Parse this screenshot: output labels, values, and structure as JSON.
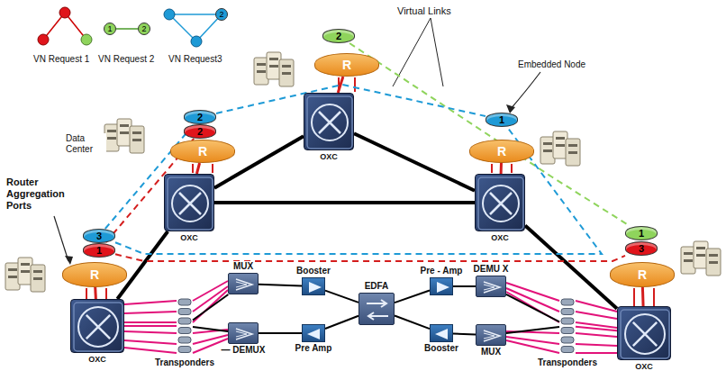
{
  "diagram": {
    "nodes": [
      {
        "text": [
          "R"
        ]
      },
      {
        "text": [
          "OXC"
        ]
      },
      {
        "text": [
          "R"
        ]
      },
      {
        "text": [
          "OXC"
        ]
      },
      {
        "text": [
          "R"
        ]
      },
      {
        "text": [
          "OXC"
        ]
      },
      {
        "text": [
          "R"
        ]
      },
      {
        "text": [
          "OXC"
        ]
      },
      {
        "text": [
          "R"
        ]
      },
      {
        "text": [
          "OXC"
        ]
      },
      {
        "text": [
          "Transponders"
        ]
      },
      {
        "text": [
          "MUX"
        ]
      },
      {
        "text": [
          "— DEMUX"
        ]
      },
      {
        "text": [
          "Booster"
        ]
      },
      {
        "text": [
          "Pre Amp"
        ]
      },
      {
        "text": [
          "EDFA"
        ]
      },
      {
        "text": [
          "Pre - Amp"
        ]
      },
      {
        "text": [
          "Booster"
        ]
      },
      {
        "text": [
          "DEMU X"
        ]
      },
      {
        "text": [
          "MUX"
        ]
      },
      {
        "text": [
          "Transponders"
        ]
      },
      {
        "text": [
          "2"
        ]
      },
      {
        "text": [
          "2"
        ]
      },
      {
        "text": [
          "2"
        ]
      },
      {
        "text": [
          "1"
        ]
      },
      {
        "text": [
          "1"
        ]
      },
      {
        "text": [
          "3"
        ]
      },
      {
        "text": [
          "3"
        ]
      },
      {
        "text": [
          "1"
        ]
      },
      {
        "text": [
          "1"
        ]
      },
      {
        "text": [
          "2"
        ]
      },
      {
        "text": [
          "2"
        ]
      }
    ],
    "edges": [
      {
        "from": 1,
        "to": 3,
        "arrow": "none"
      },
      {
        "from": 1,
        "to": 5,
        "arrow": "none"
      },
      {
        "from": 3,
        "to": 5,
        "arrow": "none"
      },
      {
        "from": 3,
        "to": 7,
        "arrow": "none"
      },
      {
        "from": 5,
        "to": 9,
        "arrow": "none"
      },
      {
        "from": 0,
        "to": 1,
        "arrow": "none"
      },
      {
        "from": 2,
        "to": 3,
        "arrow": "none"
      },
      {
        "from": 4,
        "to": 5,
        "arrow": "none"
      },
      {
        "from": 6,
        "to": 7,
        "arrow": "none"
      },
      {
        "from": 8,
        "to": 9,
        "arrow": "none"
      },
      {
        "from": 7,
        "to": 10,
        "arrow": "none"
      },
      {
        "from": 10,
        "to": 11,
        "arrow": "none"
      },
      {
        "from": 10,
        "to": 12,
        "arrow": "none"
      },
      {
        "from": 11,
        "to": 13,
        "arrow": "none"
      },
      {
        "from": 13,
        "to": 15,
        "arrow": "none"
      },
      {
        "from": 15,
        "to": 16,
        "arrow": "none"
      },
      {
        "from": 16,
        "to": 18,
        "arrow": "none"
      },
      {
        "from": 18,
        "to": 20,
        "arrow": "none"
      },
      {
        "from": 20,
        "to": 9,
        "arrow": "none"
      },
      {
        "from": 12,
        "to": 14,
        "arrow": "none"
      },
      {
        "from": 14,
        "to": 15,
        "arrow": "none"
      },
      {
        "from": 15,
        "to": 17,
        "arrow": "none"
      },
      {
        "from": 17,
        "to": 19,
        "arrow": "none"
      },
      {
        "from": 19,
        "to": 20,
        "arrow": "none"
      },
      {
        "from": 21,
        "to": 25,
        "arrow": "none"
      },
      {
        "from": 22,
        "to": 24,
        "arrow": "none"
      },
      {
        "from": 27,
        "to": 22,
        "arrow": "none"
      },
      {
        "from": 27,
        "to": 24,
        "arrow": "none"
      },
      {
        "from": 28,
        "to": 26,
        "arrow": "none"
      },
      {
        "from": 23,
        "to": 28,
        "arrow": "none"
      },
      {
        "from": 29,
        "to": 30,
        "arrow": "none"
      }
    ],
    "labels": [
      "VN Request 1",
      "VN Request 2",
      "VN Request3",
      "Virtual Links",
      "Embedded Node",
      "Data Center",
      "Router Aggregation Ports"
    ]
  }
}
